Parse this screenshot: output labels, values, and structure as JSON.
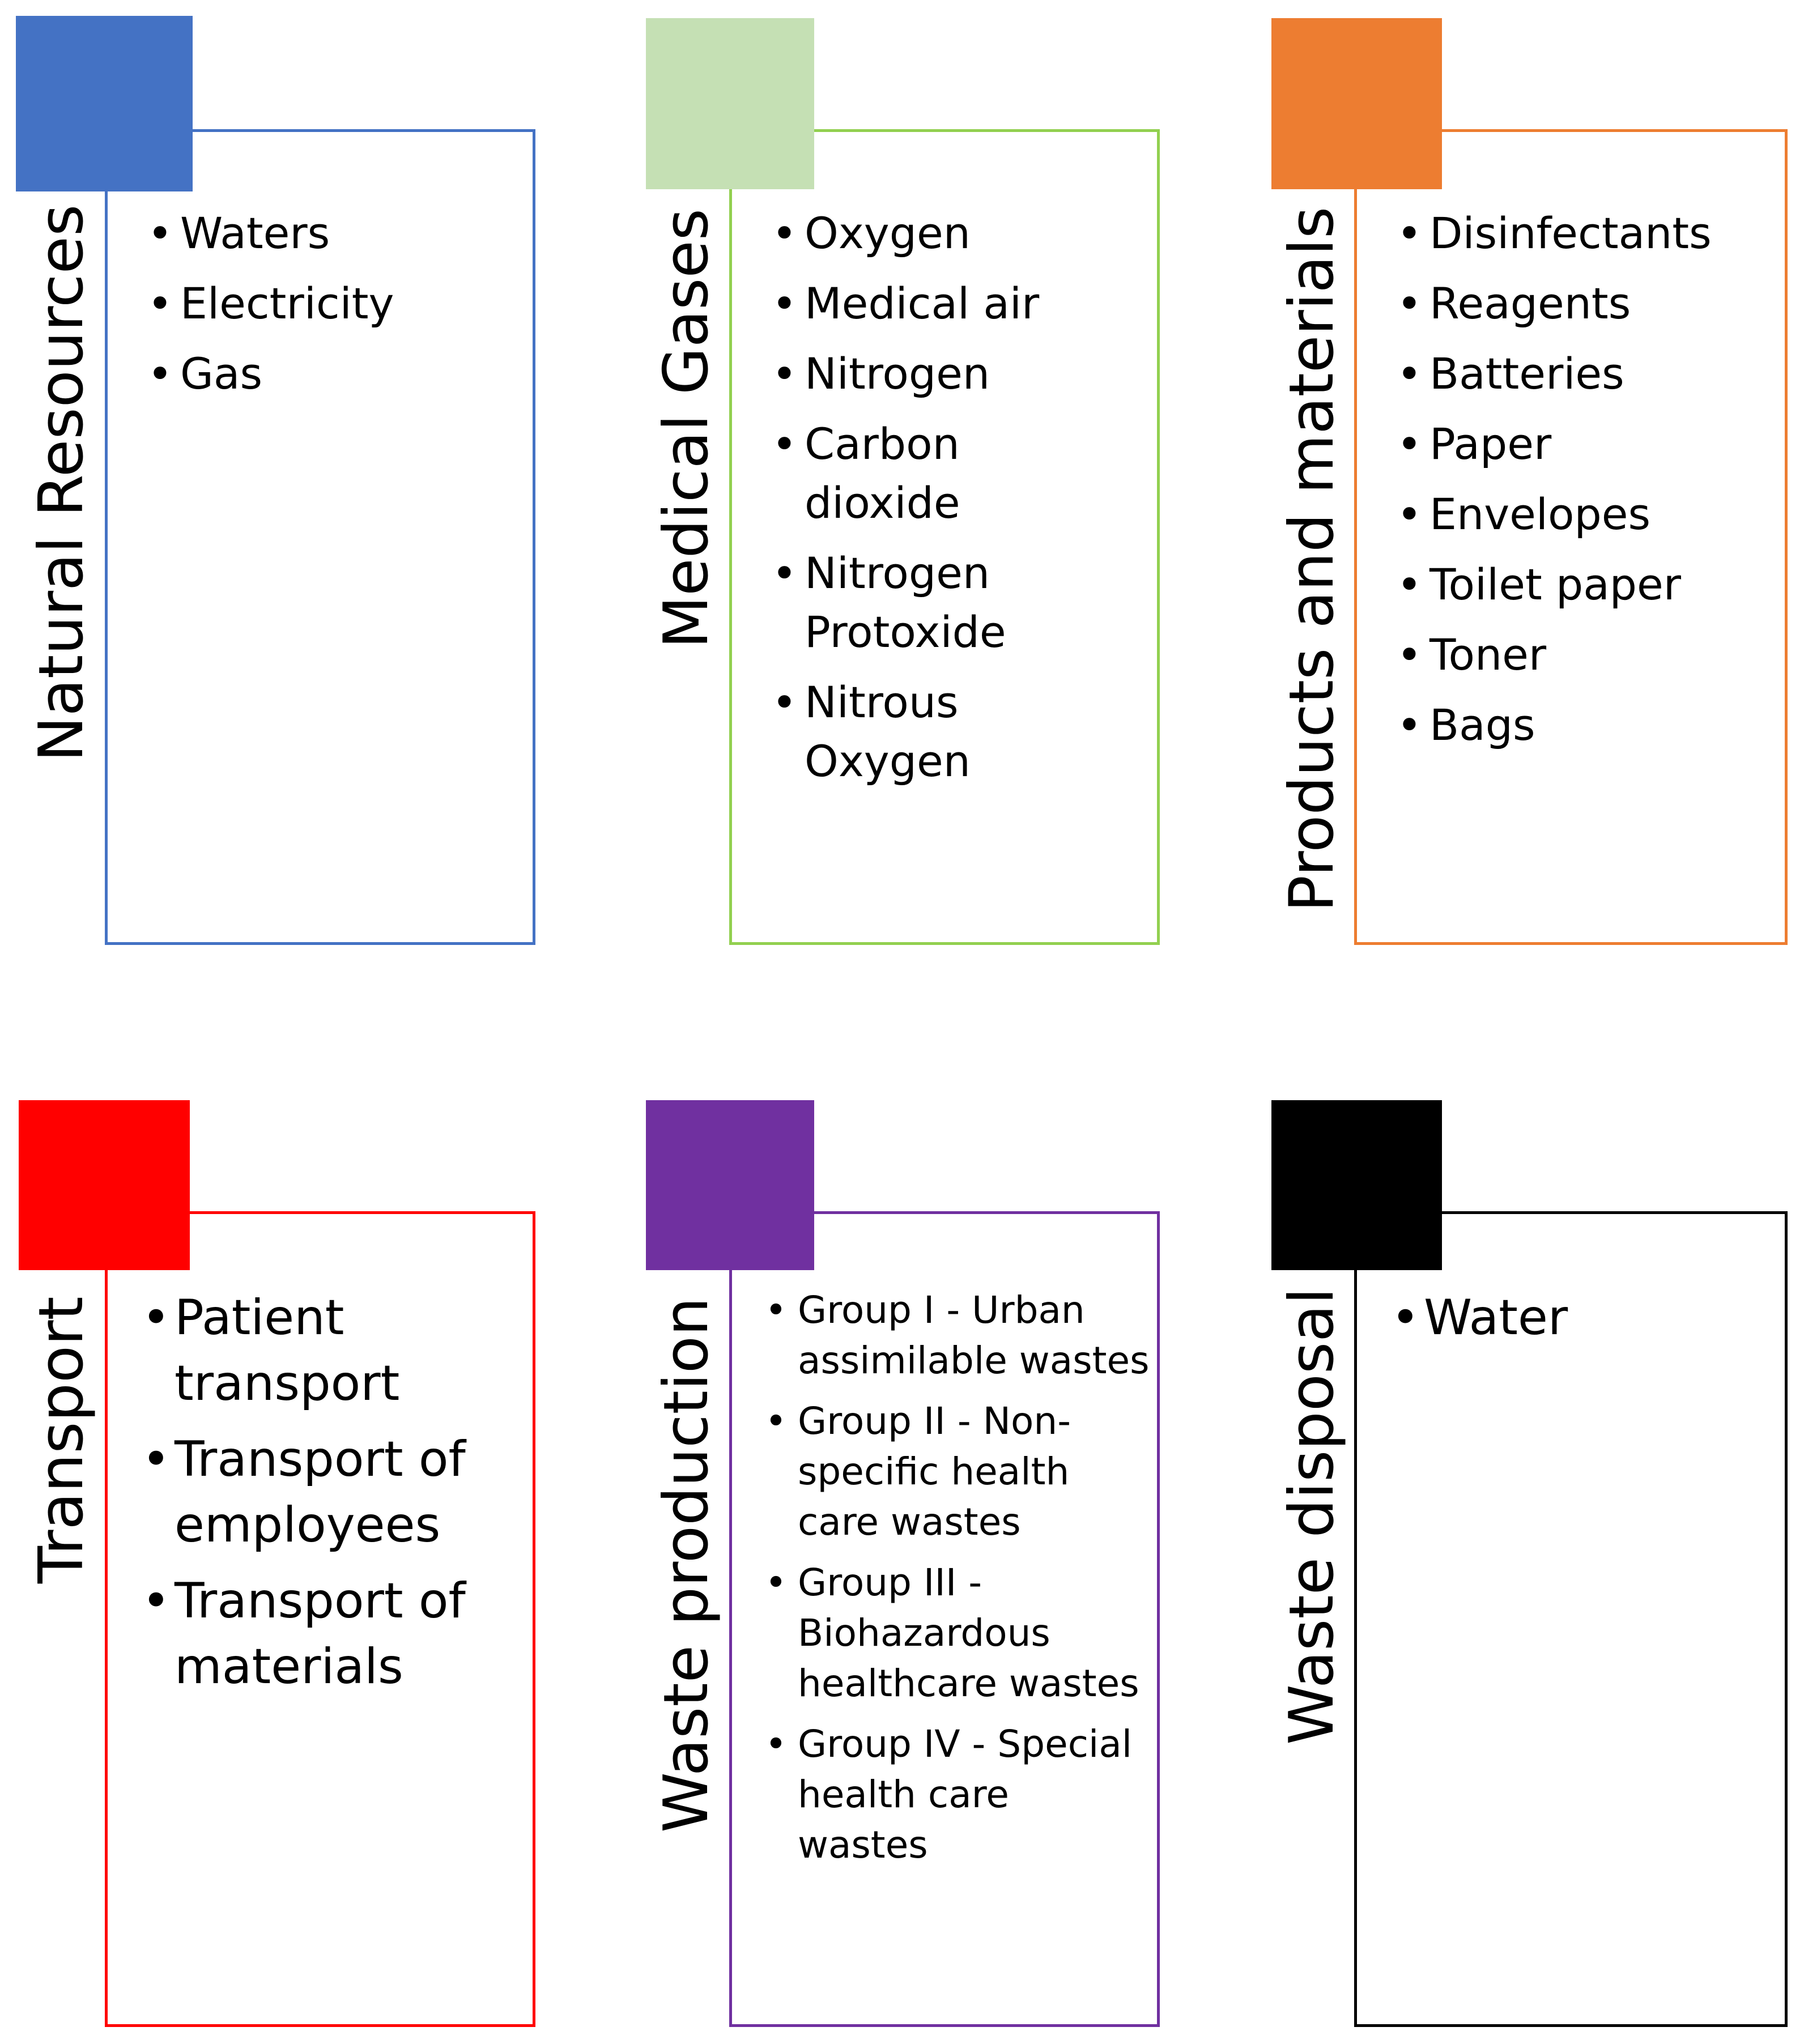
{
  "panels": [
    {
      "title": "Natural Resources",
      "color": "#4472C4",
      "items": [
        "Waters",
        "Electricity",
        "Gas"
      ]
    },
    {
      "title": "Medical Gases",
      "color": "#C5E0B4",
      "border_color": "#92D050",
      "items": [
        "Oxygen",
        "Medical air",
        "Nitrogen",
        "Carbon dioxide",
        "Nitrogen Protoxide",
        "Nitrous Oxygen"
      ]
    },
    {
      "title": "Products and materials",
      "color": "#ED7D31",
      "items": [
        "Disinfectants",
        "Reagents",
        "Batteries",
        "Paper",
        "Envelopes",
        "Toilet paper",
        "Toner",
        "Bags"
      ]
    },
    {
      "title": "Transport",
      "color": "#FF0000",
      "items": [
        "Patient transport",
        "Transport of employees",
        "Transport of materials"
      ]
    },
    {
      "title": "Waste production",
      "color": "#7030A0",
      "items": [
        "Group I - Urban assimilable wastes",
        "Group II - Non-specific health care wastes",
        "Group III - Biohazardous healthcare wastes",
        "Group IV - Special health care wastes"
      ]
    },
    {
      "title": "Waste disposal",
      "color": "#000000",
      "items": [
        "Water"
      ]
    }
  ]
}
